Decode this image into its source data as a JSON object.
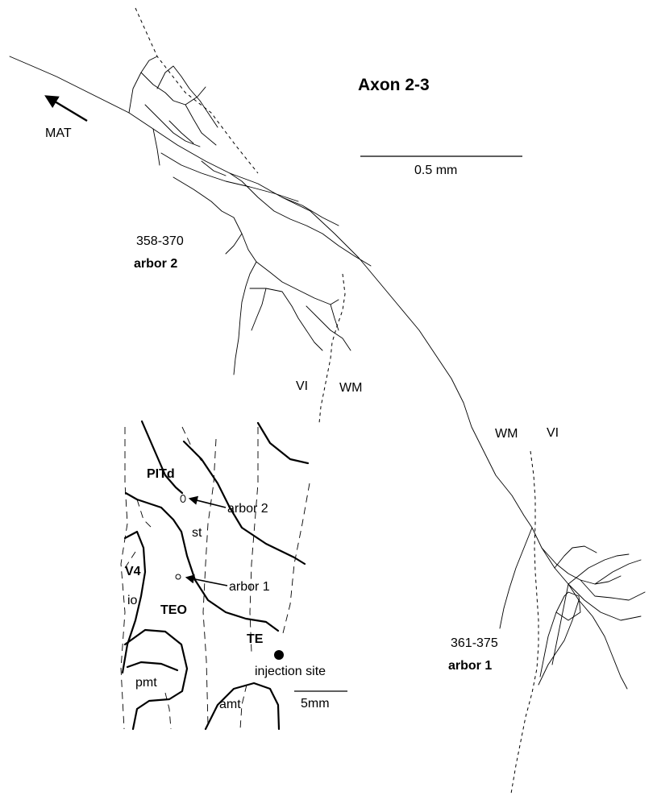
{
  "title": "Axon 2-3",
  "scale_bar_label": "0.5 mm",
  "direction_label": "MAT",
  "arbor2": {
    "range": "358-370",
    "name": "arbor 2"
  },
  "arbor1": {
    "range": "361-375",
    "name": "arbor 1"
  },
  "layer_labels": {
    "vi_left": "VI",
    "wm_left": "WM",
    "wm_right": "WM",
    "vi_right": "VI"
  },
  "inset": {
    "pitd": "PITd",
    "arbor2_label": "arbor 2",
    "st": "st",
    "v4": "V4",
    "arbor1_label": "arbor 1",
    "io": "io",
    "teo": "TEO",
    "te": "TE",
    "injection_site": "injection site",
    "pmt": "pmt",
    "amt": "amt",
    "scale_label": "5mm"
  }
}
